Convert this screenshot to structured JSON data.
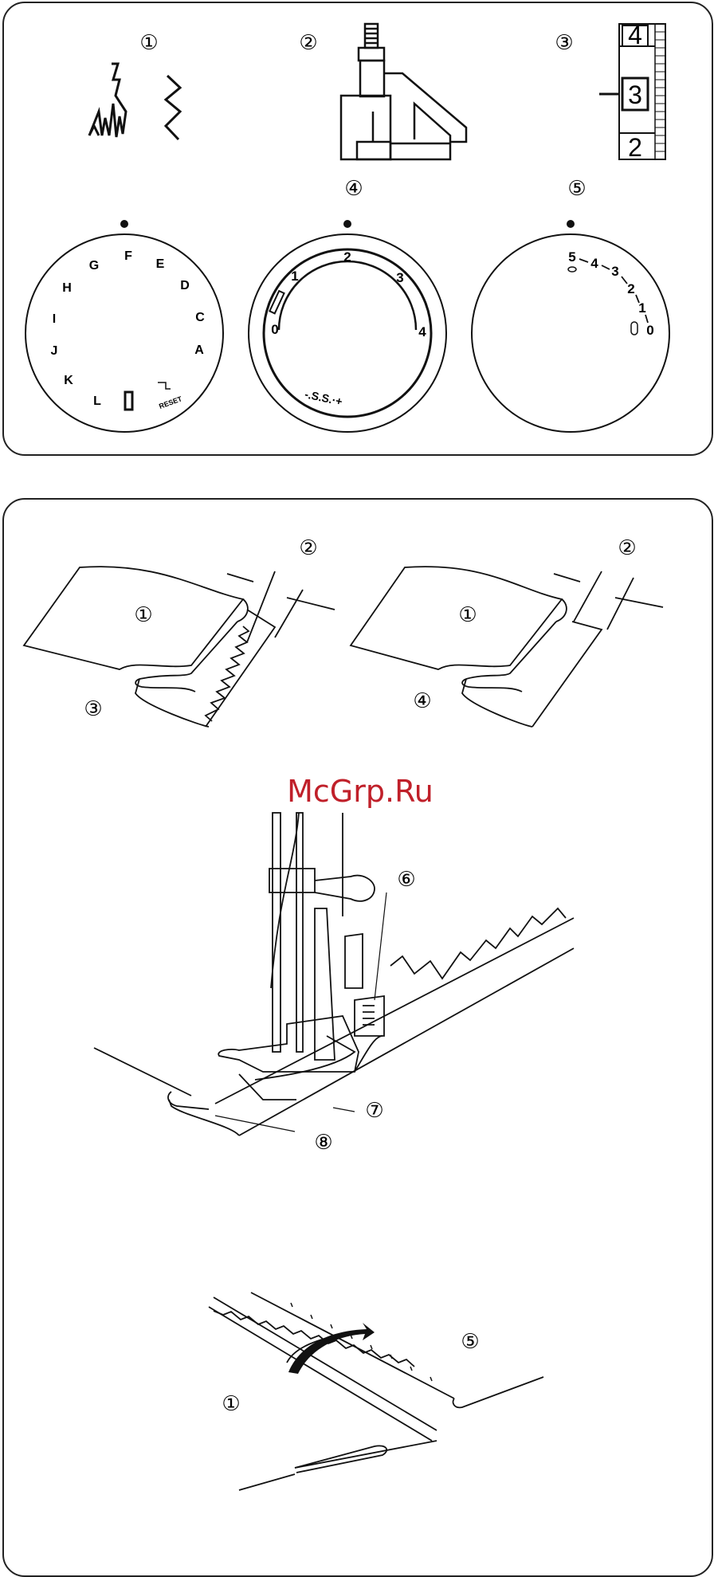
{
  "top_panel": {
    "callouts": [
      "①",
      "②",
      "③",
      "④",
      "⑤"
    ],
    "stitch_width_scale": [
      "4",
      "3",
      "2"
    ],
    "pattern_dial": {
      "letters": [
        "F",
        "E",
        "D",
        "C",
        "A",
        "G",
        "H",
        "I",
        "J",
        "K",
        "L"
      ],
      "reset_label": "RESET"
    },
    "stitch_length_dial": {
      "numbers": [
        "0",
        "1",
        "2",
        "3",
        "4"
      ],
      "ss_label": "-.S.S.·+"
    },
    "tension_dial": {
      "numbers": [
        "5",
        "4",
        "3",
        "2",
        "1",
        "0"
      ]
    }
  },
  "bottom_panel": {
    "fabric_left": {
      "callout_fabric": "①",
      "callout_gap": "②",
      "callout_hem": "③"
    },
    "fabric_right": {
      "callout_fabric": "①",
      "callout_gap": "②",
      "callout_hem": "④"
    },
    "presser_foot": {
      "callout_screw": "⑥",
      "callout_guide": "⑦",
      "callout_fold": "⑧"
    },
    "finished_hem": {
      "callout_fabric": "①",
      "callout_stitch": "⑤"
    }
  },
  "watermark": "McGrp.Ru",
  "colors": {
    "line": "#111111",
    "watermark": "#c0202a"
  }
}
